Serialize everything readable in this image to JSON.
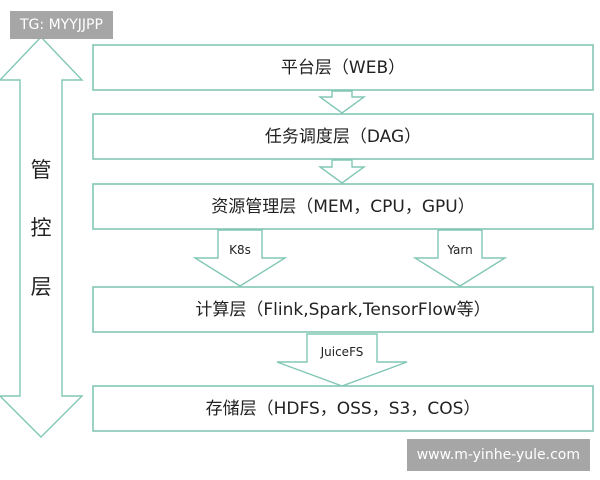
{
  "watermark": {
    "top_left": "TG: MYYJJPP",
    "bottom_right": "www.m-yinhe-yule.com"
  },
  "side_label": [
    "管",
    "控",
    "层"
  ],
  "layers": [
    "平台层（WEB）",
    "任务调度层（DAG）",
    "资源管理层（MEM，CPU，GPU）",
    "计算层（Flink,Spark,TensorFlow等）",
    "存储层（HDFS，OSS，S3，COS）"
  ],
  "arrow_labels": {
    "k8s": "K8s",
    "yarn": "Yarn",
    "juicefs": "JuiceFS"
  },
  "colors": {
    "stroke": "#82c7b6",
    "badge_bg": "#a6a6a6",
    "text": "#222222"
  }
}
